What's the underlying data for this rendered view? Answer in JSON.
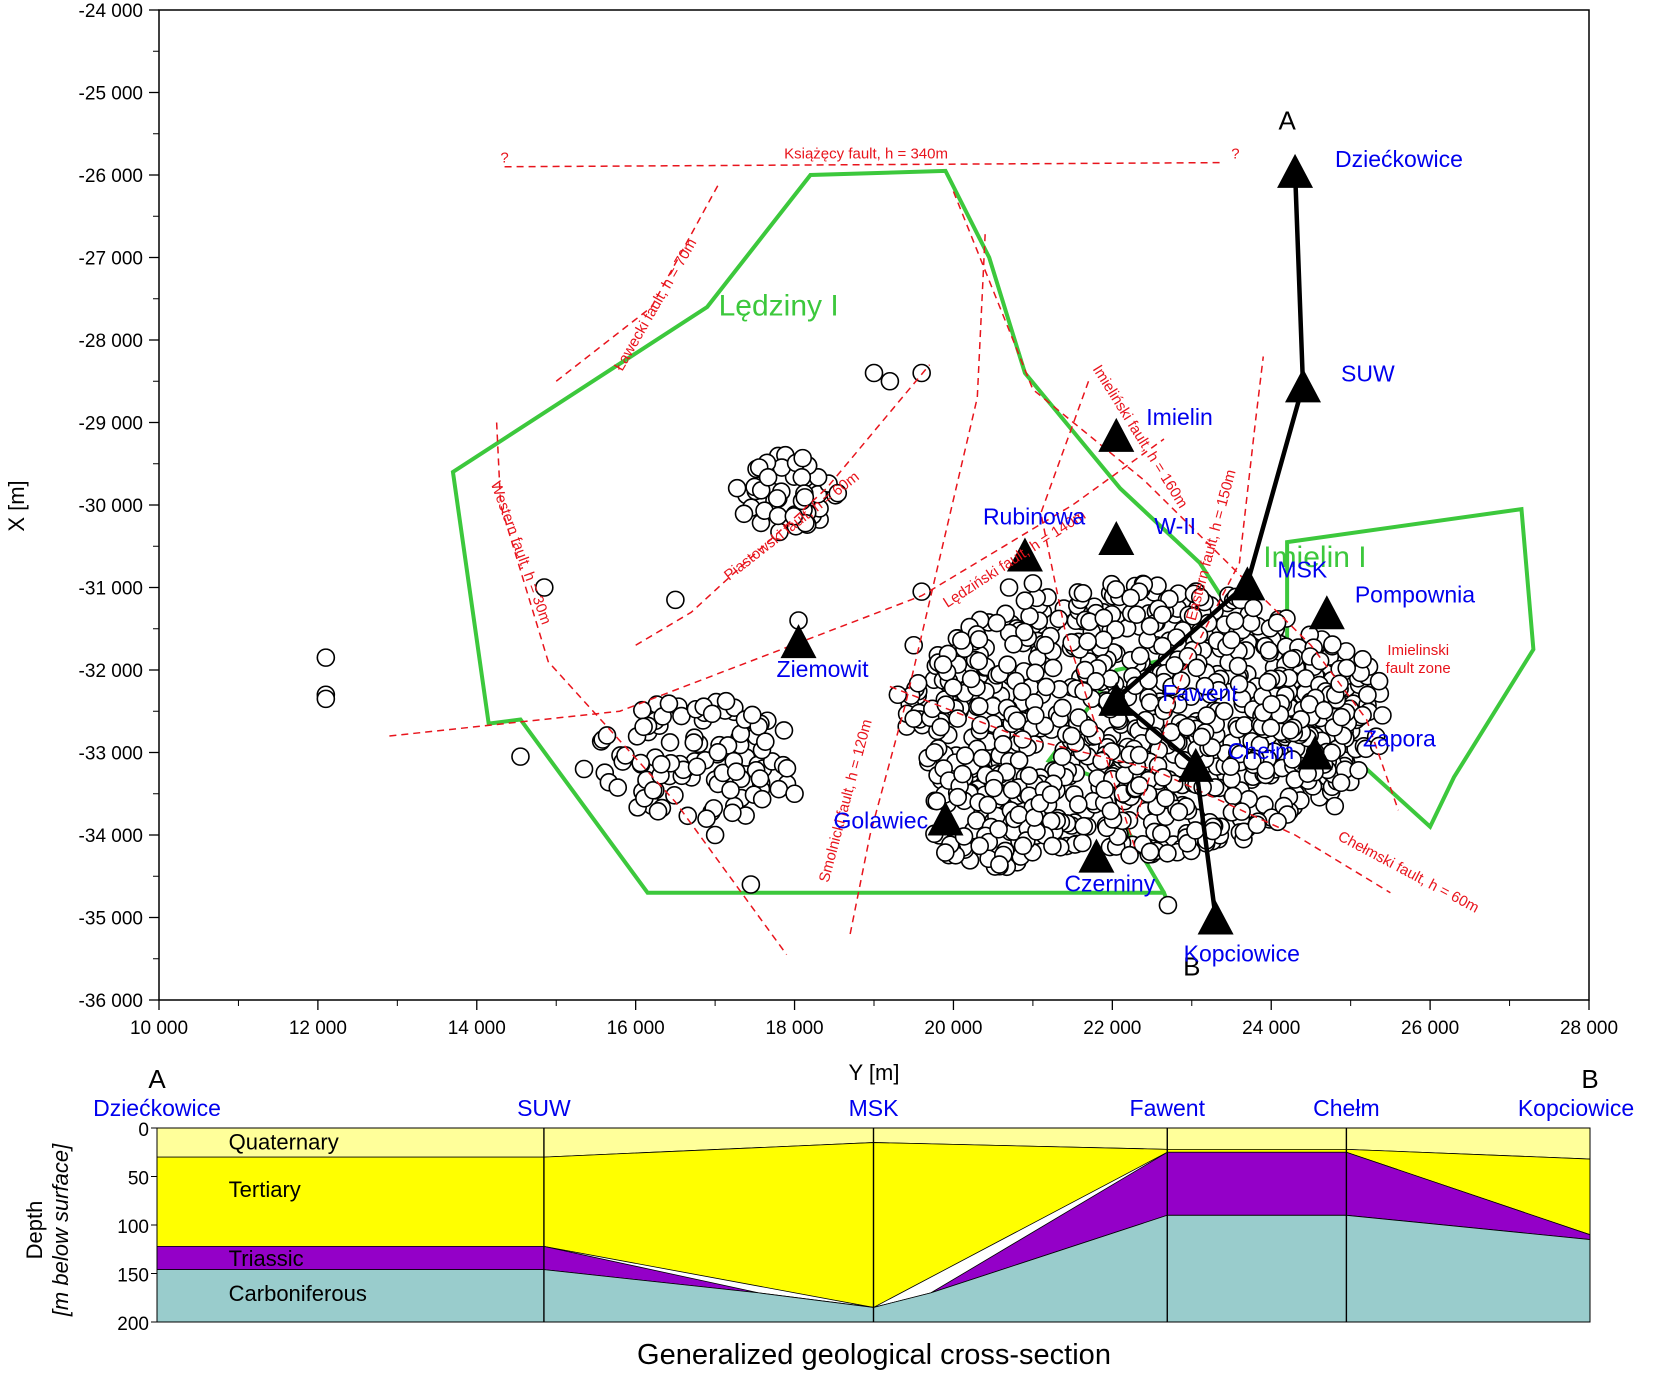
{
  "colors": {
    "fault": "#e8141c",
    "area": "#3cc83c",
    "site": "#0000ee",
    "profile": "#000000",
    "event_stroke": "#000000",
    "quaternary": "#ffff9a",
    "tertiary": "#ffff00",
    "triassic": "#9400c8",
    "carboniferous": "#99cccc"
  },
  "chart_data": [
    {
      "type": "scatter",
      "xlabel": "Y [m]",
      "ylabel": "X [m]",
      "xlim": [
        10000,
        28000
      ],
      "ylim": [
        -36000,
        -24000
      ],
      "x_ticks": [
        10000,
        12000,
        14000,
        16000,
        18000,
        20000,
        22000,
        24000,
        26000,
        28000
      ],
      "x_tick_labels": [
        "10 000",
        "12 000",
        "14 000",
        "16 000",
        "18 000",
        "20 000",
        "22 000",
        "24 000",
        "26 000",
        "28 000"
      ],
      "y_ticks": [
        -24000,
        -25000,
        -26000,
        -27000,
        -28000,
        -29000,
        -30000,
        -31000,
        -32000,
        -33000,
        -34000,
        -35000,
        -36000
      ],
      "y_tick_labels": [
        "-24 000",
        "-25 000",
        "-26 000",
        "-27 000",
        "-28 000",
        "-29 000",
        "-30 000",
        "-31 000",
        "-32 000",
        "-33 000",
        "-34 000",
        "-35 000",
        "-36 000"
      ],
      "grid": false,
      "areas": [
        {
          "name": "Lędziny I",
          "label_at": [
            17800,
            -27700
          ],
          "polygon": [
            [
              13700,
              -29600
            ],
            [
              14150,
              -32650
            ],
            [
              14550,
              -32600
            ],
            [
              16150,
              -34700
            ],
            [
              22650,
              -34700
            ],
            [
              22750,
              -34950
            ],
            [
              22650,
              -34700
            ],
            [
              21800,
              -33300
            ],
            [
              21200,
              -33100
            ],
            [
              22050,
              -32000
            ],
            [
              23050,
              -31800
            ],
            [
              23400,
              -31150
            ],
            [
              23100,
              -30700
            ],
            [
              22100,
              -29800
            ],
            [
              20900,
              -28400
            ],
            [
              20450,
              -27000
            ],
            [
              19900,
              -25950
            ],
            [
              18200,
              -26000
            ],
            [
              16900,
              -27600
            ]
          ]
        },
        {
          "name": "Imielin I",
          "label_at": [
            24550,
            -30750
          ],
          "polygon": [
            [
              24200,
              -30450
            ],
            [
              27150,
              -30050
            ],
            [
              27300,
              -31750
            ],
            [
              26300,
              -33300
            ],
            [
              26000,
              -33900
            ],
            [
              25200,
              -33200
            ],
            [
              24200,
              -32900
            ],
            [
              24200,
              -32300
            ],
            [
              24200,
              -31200
            ]
          ]
        }
      ],
      "faults": [
        {
          "label": "Książęcy fault, h = 340m",
          "path": [
            [
              14350,
              -25900
            ],
            [
              23350,
              -25850
            ]
          ],
          "label_at": [
            18900,
            -25800
          ],
          "label_angle": 0
        },
        {
          "label": "Ławecki fault, h = 70m",
          "path": [
            [
              15000,
              -28500
            ],
            [
              16200,
              -27600
            ],
            [
              17050,
              -26100
            ]
          ],
          "label_at": [
            16300,
            -27600
          ],
          "label_angle": -60
        },
        {
          "label": "Western fault, h = 30m",
          "path": [
            [
              14250,
              -29000
            ],
            [
              14300,
              -30000
            ],
            [
              14900,
              -31900
            ],
            [
              16500,
              -33600
            ],
            [
              17900,
              -35450
            ]
          ],
          "label_at": [
            14500,
            -30600
          ],
          "label_angle": 70
        },
        {
          "label": "Piastowski fault, h = 60m",
          "path": [
            [
              16000,
              -31700
            ],
            [
              16700,
              -31300
            ],
            [
              18400,
              -29800
            ],
            [
              19700,
              -28300
            ]
          ],
          "label_at": [
            18000,
            -30300
          ],
          "label_angle": -38
        },
        {
          "label": "Smolnicki fault, h = 120m",
          "path": [
            [
              18700,
              -35200
            ],
            [
              18950,
              -34000
            ],
            [
              19400,
              -32400
            ],
            [
              20300,
              -28700
            ],
            [
              20400,
              -26700
            ]
          ],
          "label_at": [
            18700,
            -33600
          ],
          "label_angle": -75
        },
        {
          "label": "Lędziński fault, h = 140m",
          "path": [
            [
              12900,
              -32800
            ],
            [
              15800,
              -32500
            ],
            [
              19600,
              -31100
            ],
            [
              21500,
              -30000
            ],
            [
              22650,
              -29200
            ]
          ],
          "label_at": [
            20800,
            -30700
          ],
          "label_angle": -33
        },
        {
          "label": "Imieliński fault, h = 160m",
          "path": [
            [
              20000,
              -26200
            ],
            [
              21000,
              -28600
            ],
            [
              22400,
              -29700
            ],
            [
              24500,
              -31700
            ],
            [
              25200,
              -32600
            ],
            [
              25600,
              -33700
            ]
          ],
          "label_at": [
            22300,
            -29200
          ],
          "label_angle": 58
        },
        {
          "label": "Eastern fault, h = 150m",
          "path": [
            [
              21700,
              -28500
            ],
            [
              21100,
              -30100
            ],
            [
              21400,
              -31500
            ],
            [
              22300,
              -34200
            ]
          ],
          "label_at": [
            23300,
            -30500
          ],
          "label_angle": -75
        },
        {
          "label": "Eastern fault, h = 150m",
          "path": [
            [
              22300,
              -33800
            ],
            [
              22900,
              -32000
            ],
            [
              23600,
              -30700
            ],
            [
              23800,
              -29000
            ],
            [
              23900,
              -28200
            ]
          ],
          "label_at": [
            23300,
            -30500
          ],
          "label_angle": -75
        },
        {
          "label": "Chełmski fault, h = 60m",
          "path": [
            [
              19200,
              -32200
            ],
            [
              20800,
              -32800
            ],
            [
              22500,
              -33200
            ],
            [
              24300,
              -34000
            ],
            [
              25500,
              -34700
            ]
          ],
          "label_at": [
            25700,
            -34500
          ],
          "label_angle": 28
        }
      ],
      "question_marks": [
        [
          14350,
          -25850
        ],
        [
          23550,
          -25800
        ]
      ],
      "fault_zone_label": [
        "Imielinski",
        "fault zone"
      ],
      "fault_zone_label_at": [
        25850,
        -31820
      ],
      "sites": [
        {
          "name": "Dziećkowice",
          "x": 24300,
          "y": -25950,
          "label_dx": 22,
          "label_dy": -4
        },
        {
          "name": "SUW",
          "x": 24400,
          "y": -28550,
          "label_dx": 20,
          "label_dy": -4
        },
        {
          "name": "Imielin",
          "x": 22050,
          "y": -29150,
          "label_dx": 12,
          "label_dy": -10
        },
        {
          "name": "W-II",
          "x": 22050,
          "y": -30400,
          "label_dx": 20,
          "label_dy": -4
        },
        {
          "name": "Rubinowa",
          "x": 20900,
          "y": -30600,
          "label_dx": -60,
          "label_dy": -30
        },
        {
          "name": "MSK",
          "x": 23700,
          "y": -30950,
          "label_dx": 12,
          "label_dy": -6
        },
        {
          "name": "Pompownia",
          "x": 24700,
          "y": -31300,
          "label_dx": 10,
          "label_dy": -10
        },
        {
          "name": "Ziemowit",
          "x": 18050,
          "y": -31650,
          "label_dx": -40,
          "label_dy": 36
        },
        {
          "name": "Fawent",
          "x": 22050,
          "y": -32350,
          "label_dx": 28,
          "label_dy": 2
        },
        {
          "name": "Zapora",
          "x": 24550,
          "y": -33000,
          "label_dx": 30,
          "label_dy": -6
        },
        {
          "name": "Chełm",
          "x": 23050,
          "y": -33150,
          "label_dx": 14,
          "label_dy": -6
        },
        {
          "name": "Golawiec",
          "x": 19900,
          "y": -33800,
          "label_dx": -130,
          "label_dy": 10
        },
        {
          "name": "Czerniny",
          "x": 21800,
          "y": -34250,
          "label_dx": -50,
          "label_dy": 36
        },
        {
          "name": "Kopciowice",
          "x": 23300,
          "y": -35000,
          "label_dx": -50,
          "label_dy": 44
        }
      ],
      "profile_line": [
        [
          24300,
          -25950
        ],
        [
          24400,
          -28550
        ],
        [
          23700,
          -30950
        ],
        [
          22050,
          -32350
        ],
        [
          23050,
          -33150
        ],
        [
          23300,
          -35000
        ]
      ],
      "profile_endpoints": {
        "A": "A",
        "B": "B",
        "A_at": [
          24200,
          -25450
        ],
        "B_at": [
          23000,
          -35700
        ]
      },
      "event_clusters": [
        {
          "cx": 17900,
          "cy": -29850,
          "rx": 650,
          "ry": 500,
          "n": 60
        },
        {
          "cx": 16800,
          "cy": -33100,
          "rx": 1300,
          "ry": 750,
          "n": 110
        },
        {
          "cx": 22300,
          "cy": -32600,
          "rx": 2900,
          "ry": 1650,
          "n": 820
        },
        {
          "cx": 24650,
          "cy": -32550,
          "rx": 800,
          "ry": 900,
          "n": 120
        },
        {
          "cx": 20500,
          "cy": -33800,
          "rx": 900,
          "ry": 600,
          "n": 90
        }
      ],
      "isolated_events": [
        [
          12100,
          -31850
        ],
        [
          12100,
          -32300
        ],
        [
          12100,
          -32350
        ],
        [
          14850,
          -31000
        ],
        [
          14550,
          -33050
        ],
        [
          15350,
          -33200
        ],
        [
          16500,
          -31150
        ],
        [
          19000,
          -28400
        ],
        [
          19200,
          -28500
        ],
        [
          19600,
          -28400
        ],
        [
          18050,
          -31400
        ],
        [
          18000,
          -33500
        ],
        [
          17450,
          -34600
        ],
        [
          17000,
          -34000
        ],
        [
          19300,
          -32300
        ],
        [
          25400,
          -32550
        ],
        [
          24800,
          -33650
        ],
        [
          22700,
          -34850
        ],
        [
          19500,
          -31700
        ],
        [
          19600,
          -31050
        ],
        [
          20700,
          -31000
        ],
        [
          21000,
          -30950
        ]
      ]
    },
    {
      "type": "area",
      "title": "Generalized geological cross-section",
      "ylabel": "Depth",
      "ylabel_sub": "[m below surface]",
      "ylim": [
        0,
        200
      ],
      "y_ticks": [
        0,
        50,
        100,
        150,
        200
      ],
      "x_ticks": [
        0,
        1,
        2,
        3,
        4,
        5
      ],
      "stations": [
        "Dziećkowice",
        "SUW",
        "MSK",
        "Fawent",
        "Chełm",
        "Kopciowice"
      ],
      "endpoints": [
        "A",
        "B"
      ],
      "station_x": [
        0,
        0.27,
        0.5,
        0.705,
        0.83,
        1.0
      ],
      "layers": [
        {
          "name": "Quaternary",
          "color_key": "quaternary",
          "label_depth": 14,
          "label_x": 0.05,
          "x": [
            0,
            0.27,
            0.5,
            0.705,
            0.83,
            1.0
          ],
          "top": [
            0,
            0,
            0,
            0,
            0,
            0
          ],
          "bottom": [
            30,
            30,
            15,
            22,
            22,
            32
          ]
        },
        {
          "name": "Tertiary",
          "color_key": "tertiary",
          "label_depth": 63,
          "label_x": 0.05,
          "x": [
            0,
            0.27,
            0.5,
            0.705,
            0.83,
            1.0
          ],
          "top": [
            30,
            30,
            15,
            22,
            22,
            32
          ],
          "bottom": [
            122,
            122,
            185,
            25,
            25,
            110
          ]
        },
        {
          "name": "Triassic",
          "color_key": "triassic",
          "label_depth": 134,
          "label_x": 0.05,
          "x": [
            0,
            0.27,
            0.42,
            0.5,
            0.54,
            0.705,
            0.83,
            1.0
          ],
          "top": [
            122,
            122,
            170,
            185,
            170,
            25,
            25,
            110
          ],
          "bottom": [
            146,
            146,
            170,
            185,
            170,
            90,
            90,
            115
          ]
        },
        {
          "name": "Carboniferous",
          "color_key": "carboniferous",
          "label_depth": 170,
          "label_x": 0.05,
          "x": [
            0,
            0.27,
            0.42,
            0.5,
            0.54,
            0.705,
            0.83,
            1.0
          ],
          "top": [
            146,
            146,
            170,
            185,
            170,
            90,
            90,
            115
          ],
          "bottom": [
            200,
            200,
            200,
            200,
            200,
            200,
            200,
            200
          ]
        }
      ]
    }
  ]
}
